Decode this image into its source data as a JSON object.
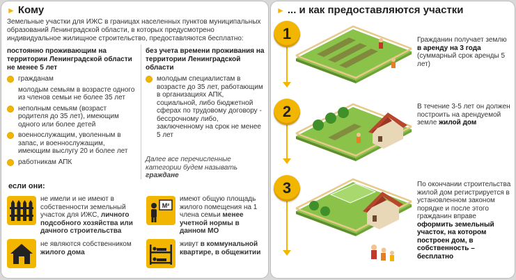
{
  "left": {
    "title": "Кому",
    "intro": "Земельные участки для ИЖС в границах населенных пунктов муниципальных образований Ленинградской области, в которых предусмотрено индивидуальное жилищное строительство, предоставляются бесплатно:",
    "col1_head": "постоянно проживающим на территории Ленинградской области не менее 5 лет",
    "col1_items": [
      "гражданам",
      "молодым семьям в возрасте одного из членов семьи не более 35 лет",
      "неполным семьям (возраст родителя до 35 лет), имеющим одного или более детей",
      "военнослужащим, уволенным в запас, и военнослужащим, имеющим выслугу 20 и более лет",
      "работникам АПК"
    ],
    "col2_head": "без учета времени проживания на территории Ленинградской области",
    "col2_items": [
      "молодым специалистам в возрасте до 35 лет, работающим в организациях АПК, социальной, либо бюджетной сферах по трудовому договору - бессрочному либо, заключенному на срок не менее 5 лет"
    ],
    "note_pre": "Далее все перечисленные категории будем называть ",
    "note_bold": "граждане",
    "if_title": "если они:",
    "cond1_pre": "не имели и не имеют в собственности земельный участок для ИЖС, ",
    "cond1_bold": "личного подсобного хозяйства или дачного строительства",
    "cond2_pre": "не являются собственником ",
    "cond2_bold": "жилого дома",
    "cond3_pre": "имеют общую площадь жилого помещения на 1 члена семьи ",
    "cond3_bold": "менее учетной нормы в данном МО",
    "cond4_pre": "живут ",
    "cond4_bold": "в коммунальной квартире, в общежитии",
    "m2_label": "М²"
  },
  "right": {
    "title": "... и как предоставляются участки",
    "steps": [
      {
        "num": "1",
        "t1": "Гражданин получает землю ",
        "b1": "в аренду на 3 года",
        "t2": " (суммарный срок аренды 5 лет)"
      },
      {
        "num": "2",
        "t1": "В течение 3-5 лет он должен построить на арендуемой земле ",
        "b1": "жилой дом",
        "t2": ""
      },
      {
        "num": "3",
        "t1": "По окончании строительства жилой дом регистрируется в установленном законом порядке и после этого гражданин вправе ",
        "b1": "оформить земельный участок, на котором построен дом, в собственность – бесплатно",
        "t2": ""
      }
    ]
  },
  "colors": {
    "accent": "#f2b500",
    "grass": "#7cbf3a",
    "fence": "#e8c98a",
    "roof": "#b8452e"
  },
  "icons": [
    "fence-icon",
    "house-icon",
    "m2-person-icon",
    "dormitory-icon"
  ]
}
